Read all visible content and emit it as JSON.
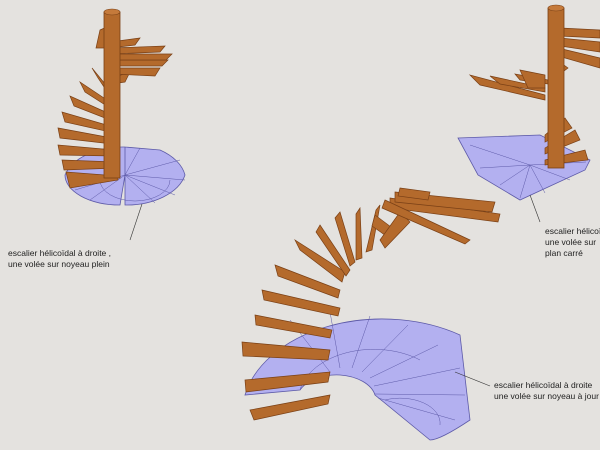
{
  "colors": {
    "background": "#e4e2df",
    "wood": "#b46a2c",
    "wood_dark": "#7a4016",
    "plan_fill": "#b3b0f0",
    "plan_line": "#5d5aa8"
  },
  "labels": {
    "left": {
      "line1": "escalier  hélicoïdal  à droite ,",
      "line2": "une volée sur noyeau plein"
    },
    "top_right": {
      "line1": "escalier  hélicoïdal",
      "line2": "une volée sur",
      "line3": "plan carré"
    },
    "bottom_right": {
      "line1": "escalier  hélicoïdal  à droite",
      "line2": "une volée sur noyeau à jour"
    }
  }
}
